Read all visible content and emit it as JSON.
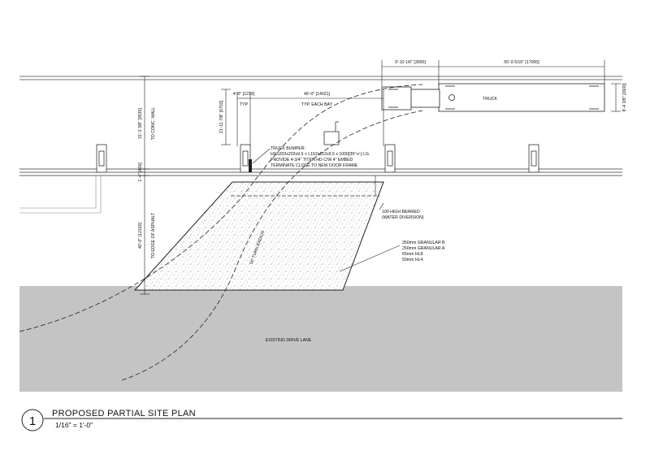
{
  "title_block": {
    "number": "1",
    "title": "PROPOSED PARTIAL SITE PLAN",
    "scale": "1/16\" = 1'-0\""
  },
  "dimensions": {
    "top_short": "9'-10 1/6\" [3000]",
    "top_long": "55'-9 5/16\" [17000]",
    "right_vertical": "8'-4 3/8\" [2600]",
    "left_vertical": "31'-3 3/8\" [9530]",
    "left_vertical_small": "1'-4\" [406]",
    "left_vertical_lower": "40'-0\" [12192]",
    "bay_small": "4'-0\" [1219]",
    "bay_wide": "46'-0\" [14021]",
    "bay_height": "21'-11 7/8\" [6702]"
  },
  "labels": {
    "typ": "TYP",
    "typ_each_bay": "TYP. EACH BAY",
    "truck": "TRUCK",
    "to_conc_wall": "TO CONC. WALL",
    "to_edge_asphalt": "TO EDGE OF ASPHALT",
    "turn_radius": "50' TURN RADIUS",
    "existing_drive_lane": "EXISTING DRIVE LANE"
  },
  "notes": {
    "bumper": [
      "TRUCK BUMPER:",
      "HSS203x203x9.5 + L152x152x9.5 x 1000[39\"+/-] LG.",
      "PROVIDE 4-3/4\" TITEN HD C/W 4\" EMBED",
      "TERMINATE CLOSE TO NEW DOOR FRAME"
    ],
    "berm": [
      "100 HIGH BERMED",
      "(WATER DIVERSION)"
    ],
    "granular": [
      "350mm GRANULAR B",
      "250mm GRANULAR A",
      "65mm HL8",
      "50mm HL4"
    ]
  },
  "colors": {
    "asphalt": "#c4c4c4",
    "line": "#222222"
  }
}
